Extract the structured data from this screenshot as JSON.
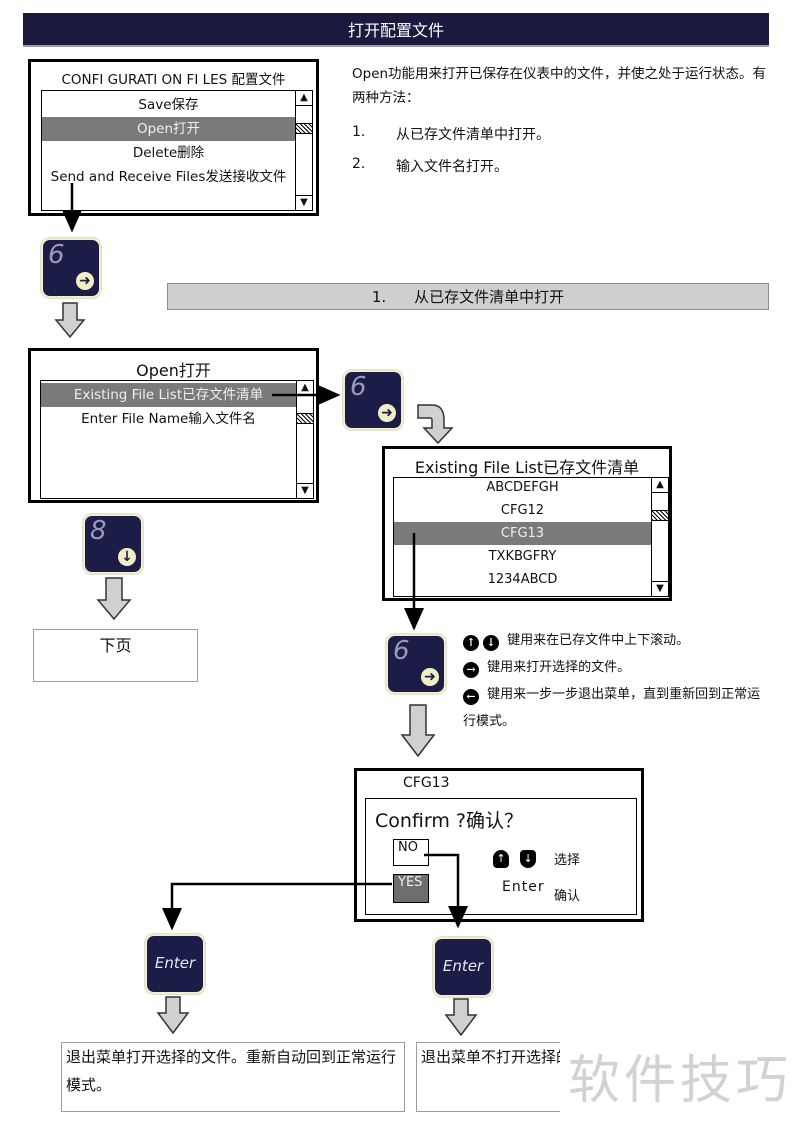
{
  "header": {
    "title": "打开配置文件"
  },
  "intro": {
    "text": "Open功能用来打开已保存在仪表中的文件，并使之处于运行状态。有两种方法：",
    "steps": [
      {
        "num": "1.",
        "label": "从已存文件清单中打开。"
      },
      {
        "num": "2.",
        "label": "输入文件名打开。"
      }
    ]
  },
  "config_screen": {
    "title": "CONFI GURATI ON FI LES  配置文件",
    "items": [
      {
        "label": "Save保存",
        "selected": false
      },
      {
        "label": "Open打开",
        "selected": true
      },
      {
        "label": "Delete删除",
        "selected": false
      },
      {
        "label": "Send and Receive Files发送接收文件",
        "selected": false
      }
    ]
  },
  "section": {
    "num": "1.",
    "label": "从已存文件清单中打开"
  },
  "open_screen": {
    "title": "Open打开",
    "items": [
      {
        "label": "Existing File List已存文件清单",
        "selected": true
      },
      {
        "label": "Enter File Name输入文件名",
        "selected": false
      }
    ]
  },
  "file_list_screen": {
    "title": "Existing File List已存文件清单",
    "items": [
      {
        "label": "ABCDEFGH",
        "selected": false
      },
      {
        "label": "CFG12",
        "selected": false
      },
      {
        "label": "CFG13",
        "selected": true
      },
      {
        "label": "TXKBGFRY",
        "selected": false
      },
      {
        "label": "1234ABCD",
        "selected": false
      }
    ]
  },
  "keys": {
    "key6": {
      "digit": "6",
      "icon": "arrow-right-icon"
    },
    "key8": {
      "digit": "8",
      "icon": "arrow-down-icon"
    },
    "enter": {
      "label": "Enter"
    }
  },
  "next_page": {
    "label": "下页"
  },
  "legend": {
    "up_down": "键用来在已存文件中上下滚动。",
    "right": "键用来打开选择的文件。",
    "left": "键用来一步一步退出菜单，直到重新回到正常运行模式。"
  },
  "confirm_screen": {
    "file": "CFG13",
    "prompt": "Confirm ?确认？",
    "no": "NO",
    "yes": "YES",
    "select_label": "选择",
    "enter_label": "Enter",
    "confirm_label": "确认"
  },
  "outcomes": {
    "yes": "退出菜单打开选择的文件。重新自动回到正常运行模式。",
    "no": "退出菜单不打开选择的文件。回到打开菜单页面"
  },
  "watermark": "软件技巧",
  "colors": {
    "banner": "#1a1a3e",
    "key": "#1c1c48",
    "key_glyph": "#f3efc4",
    "selected_row": "#7a7a7a",
    "section_bar": "#cfcfcf"
  }
}
